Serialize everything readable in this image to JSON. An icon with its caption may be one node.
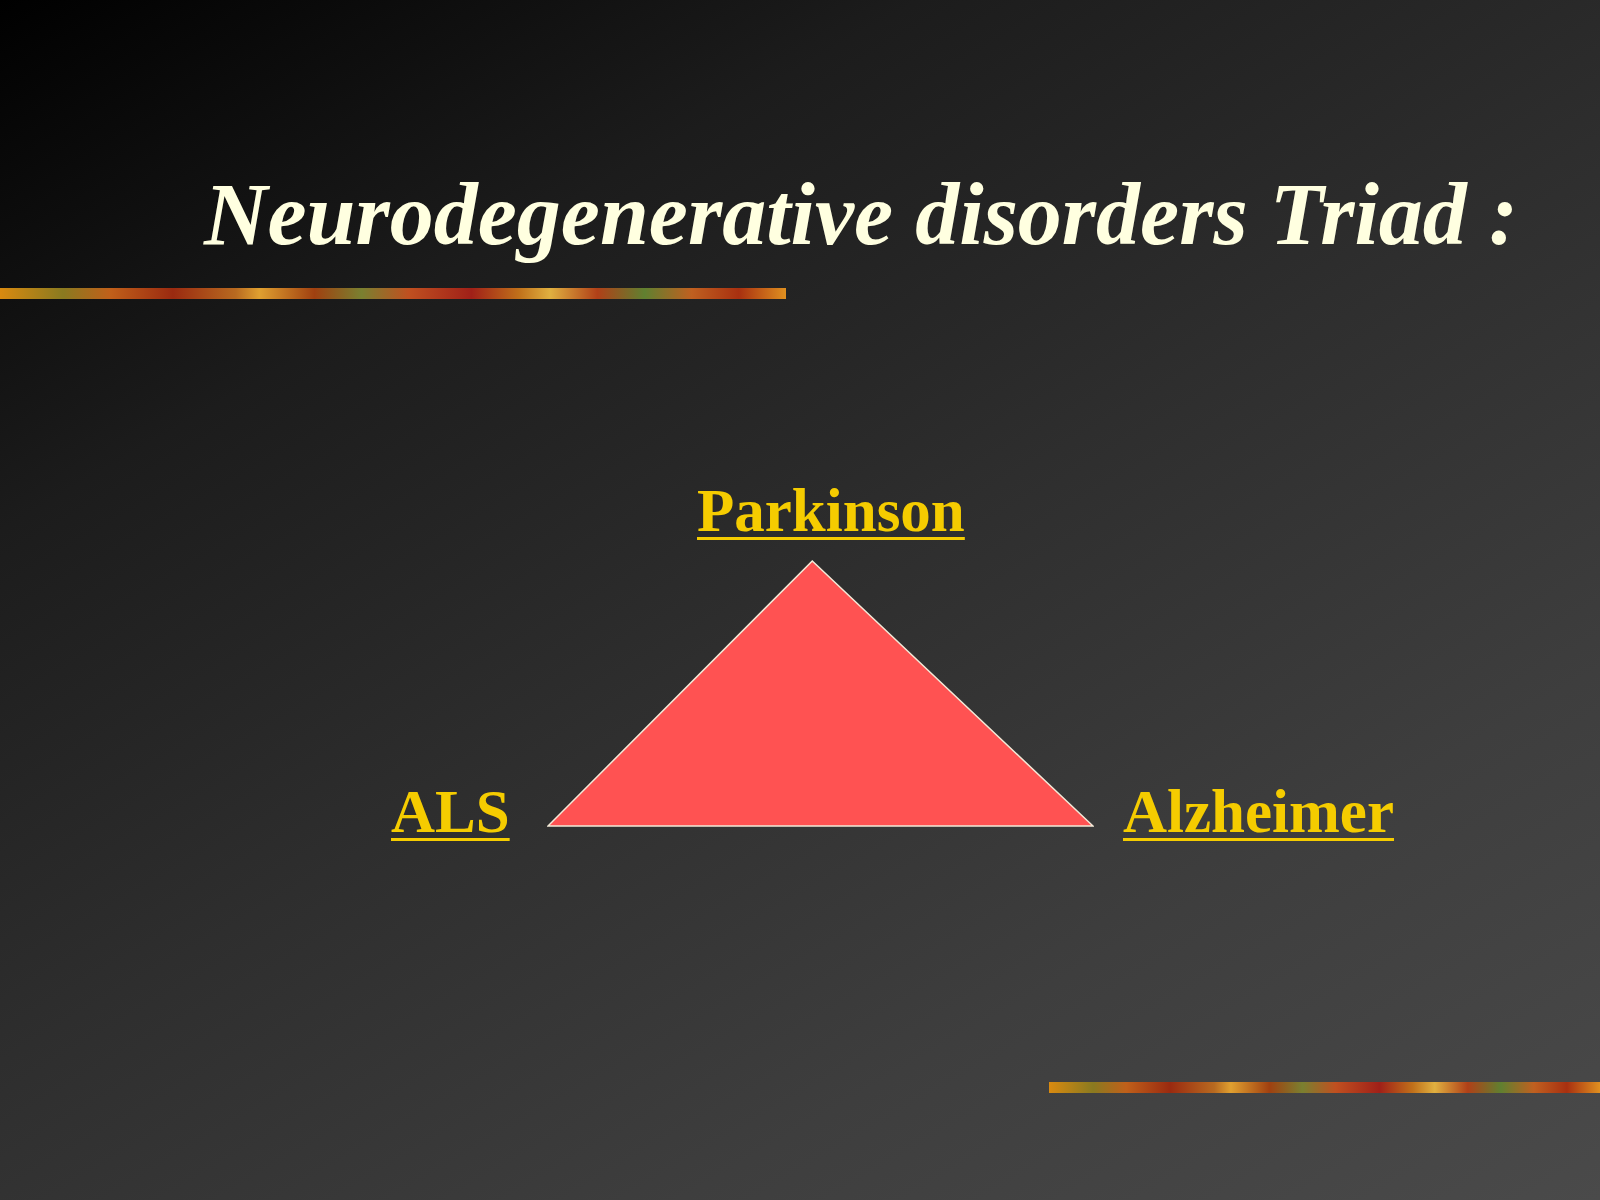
{
  "diagram": {
    "title": "Neurodegenerative disorders Triad :",
    "nodes": [
      {
        "text": [],
        "shape": "triangle",
        "beside": [
          "Parkinson",
          "ALS",
          "Alzheimer"
        ]
      }
    ]
  }
}
